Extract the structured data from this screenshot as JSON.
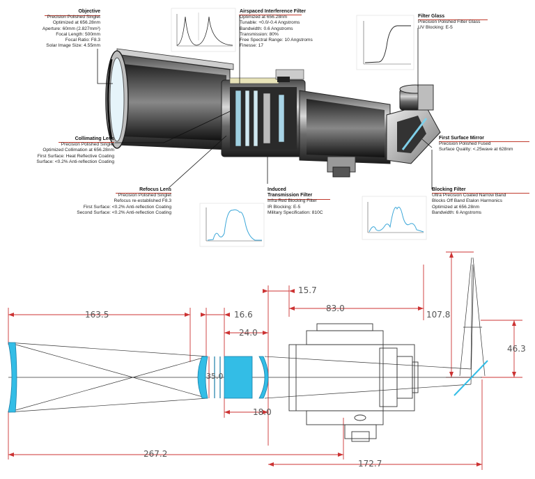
{
  "labels": {
    "objective": {
      "title": "Objective",
      "lines": [
        "Precision Polished Singlet",
        "Optimized at 656.28nm",
        "Aperture: 60mm (2.827mm²)",
        "Focal Length: 500mm",
        "Focal Ratio: F8.3",
        "Solar Image Size: 4.55mm"
      ]
    },
    "airspaced_filter": {
      "title": "Airspaced Interference Filter",
      "lines": [
        "Optimized at 656.28nm",
        "Tunable: +0.0/-0.4 Angstroms",
        "Bandwidth: 0.6 Angstroms",
        "Transmission: 80%",
        "Free Spectral Range: 10 Angstroms",
        "Finesse: 17"
      ]
    },
    "filter_glass": {
      "title": "Filter Glass",
      "lines": [
        "Precision Polished Filter Glass",
        "UV Blocking: E-5"
      ]
    },
    "collimating_lens": {
      "title": "Collimating Lens",
      "lines": [
        "Precision Polished Singlet",
        "Optimized Collimation at 656.28nm",
        "First Surface: Heat Reflective Coating",
        "Surface: <0.2% Anti-reflection Coating"
      ]
    },
    "first_surface_mirror": {
      "title": "First Surface Mirror",
      "lines": [
        "Precision Polished Fused",
        "Surface Quality: <.25wave at 628nm"
      ]
    },
    "refocus_lens": {
      "title": "Refocus Lens",
      "lines": [
        "Precision Polished Singlet",
        "Refocus re-established F8.3",
        "First Surface: <0.2% Anti-reflection Coating",
        "Second Surface: <0.2% Anti-reflection Coating"
      ]
    },
    "induced_transmission": {
      "title": "Induced\nTransmission Filter",
      "title_line1": "Induced",
      "title_line2": "Transmission Filter",
      "lines": [
        "Infra-Red Blocking Filter",
        "IR Blocking: E-5",
        "Military Specification: 810C"
      ]
    },
    "blocking_filter": {
      "title": "Blocking Filter",
      "lines": [
        "Ultra Precision Coated Narrow Band",
        "Blocks Off Band Etalon Harmonics",
        "Optimized at 656.28nm",
        "Bandwidth: 6 Angstroms"
      ]
    }
  },
  "dimensions": {
    "d163_5": "163.5",
    "d16_6": "16.6",
    "d24_0": "24.0",
    "d35_0": "35.0",
    "d18_0": "18.0",
    "d15_7": "15.7",
    "d83_0": "83.0",
    "d107_8": "107.8",
    "d46_3": "46.3",
    "d267_2": "267.2",
    "d172_7": "172.7"
  },
  "colors": {
    "accent_red": "#c0392b",
    "lens_cyan": "#33bde6",
    "dim_line": "#cc3333"
  }
}
